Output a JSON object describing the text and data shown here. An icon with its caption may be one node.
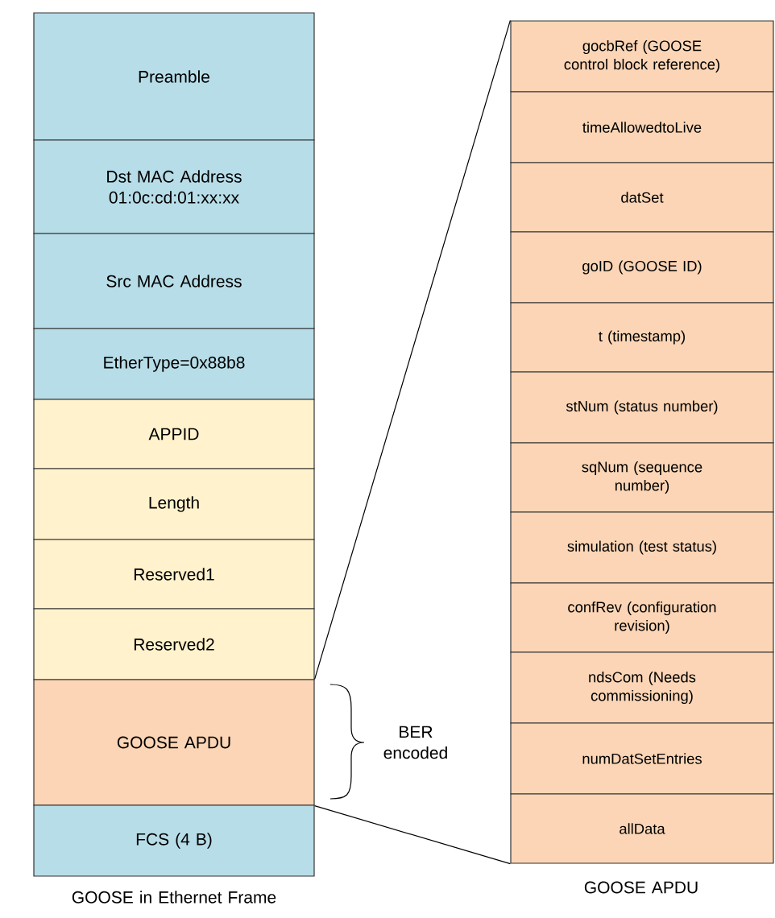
{
  "diagram": {
    "nodes": [
      {
        "text": [
          "Preamble"
        ]
      },
      {
        "text": [
          "Dst MAC Address 01:0c:cd:01:xx:xx"
        ]
      },
      {
        "text": [
          "Src MAC Address"
        ]
      },
      {
        "text": [
          "EtherType=0x88b8"
        ]
      },
      {
        "text": [
          "APPID"
        ]
      },
      {
        "text": [
          "Length"
        ]
      },
      {
        "text": [
          "Reserved1"
        ]
      },
      {
        "text": [
          "Reserved2"
        ]
      },
      {
        "text": [
          "GOOSE APDU"
        ]
      },
      {
        "text": [
          "FCS (4 B)"
        ]
      },
      {
        "text": [
          "gocbRef (GOOSE control block reference)"
        ]
      },
      {
        "text": [
          "timeAllowedtoLive"
        ]
      },
      {
        "text": [
          "datSet"
        ]
      },
      {
        "text": [
          "goID (GOOSE ID)"
        ]
      },
      {
        "text": [
          "t (timestamp)"
        ]
      },
      {
        "text": [
          "stNum (status number)"
        ]
      },
      {
        "text": [
          "sqNum (sequence number)"
        ]
      },
      {
        "text": [
          "simulation (test status)"
        ]
      },
      {
        "text": [
          "confRev (configuration revision)"
        ]
      },
      {
        "text": [
          "ndsCom (Needs commissioning)"
        ]
      },
      {
        "text": [
          "numDatSetEntries"
        ]
      },
      {
        "text": [
          "allData"
        ]
      }
    ],
    "edges": [
      {
        "from": 8,
        "to": 10,
        "arrow": "none"
      },
      {
        "from": 8,
        "to": 21,
        "arrow": "none"
      }
    ],
    "labels": [
      "BER encoded",
      "GOOSE in Ethernet Frame",
      "GOOSE APDU"
    ]
  }
}
